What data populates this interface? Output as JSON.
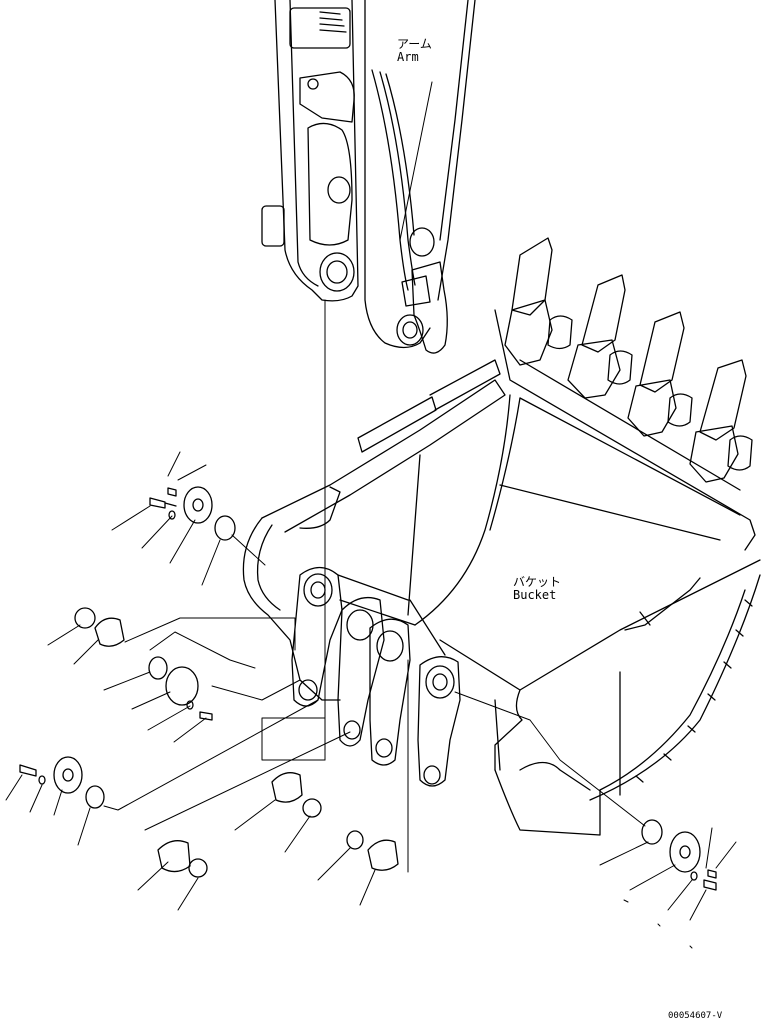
{
  "labels": {
    "arm_jp": "アーム",
    "arm_en": "Arm",
    "bucket_jp": "バケット",
    "bucket_en": "Bucket",
    "drawing_id": "00054607-V"
  },
  "colors": {
    "line": "#000000",
    "background": "#ffffff"
  }
}
